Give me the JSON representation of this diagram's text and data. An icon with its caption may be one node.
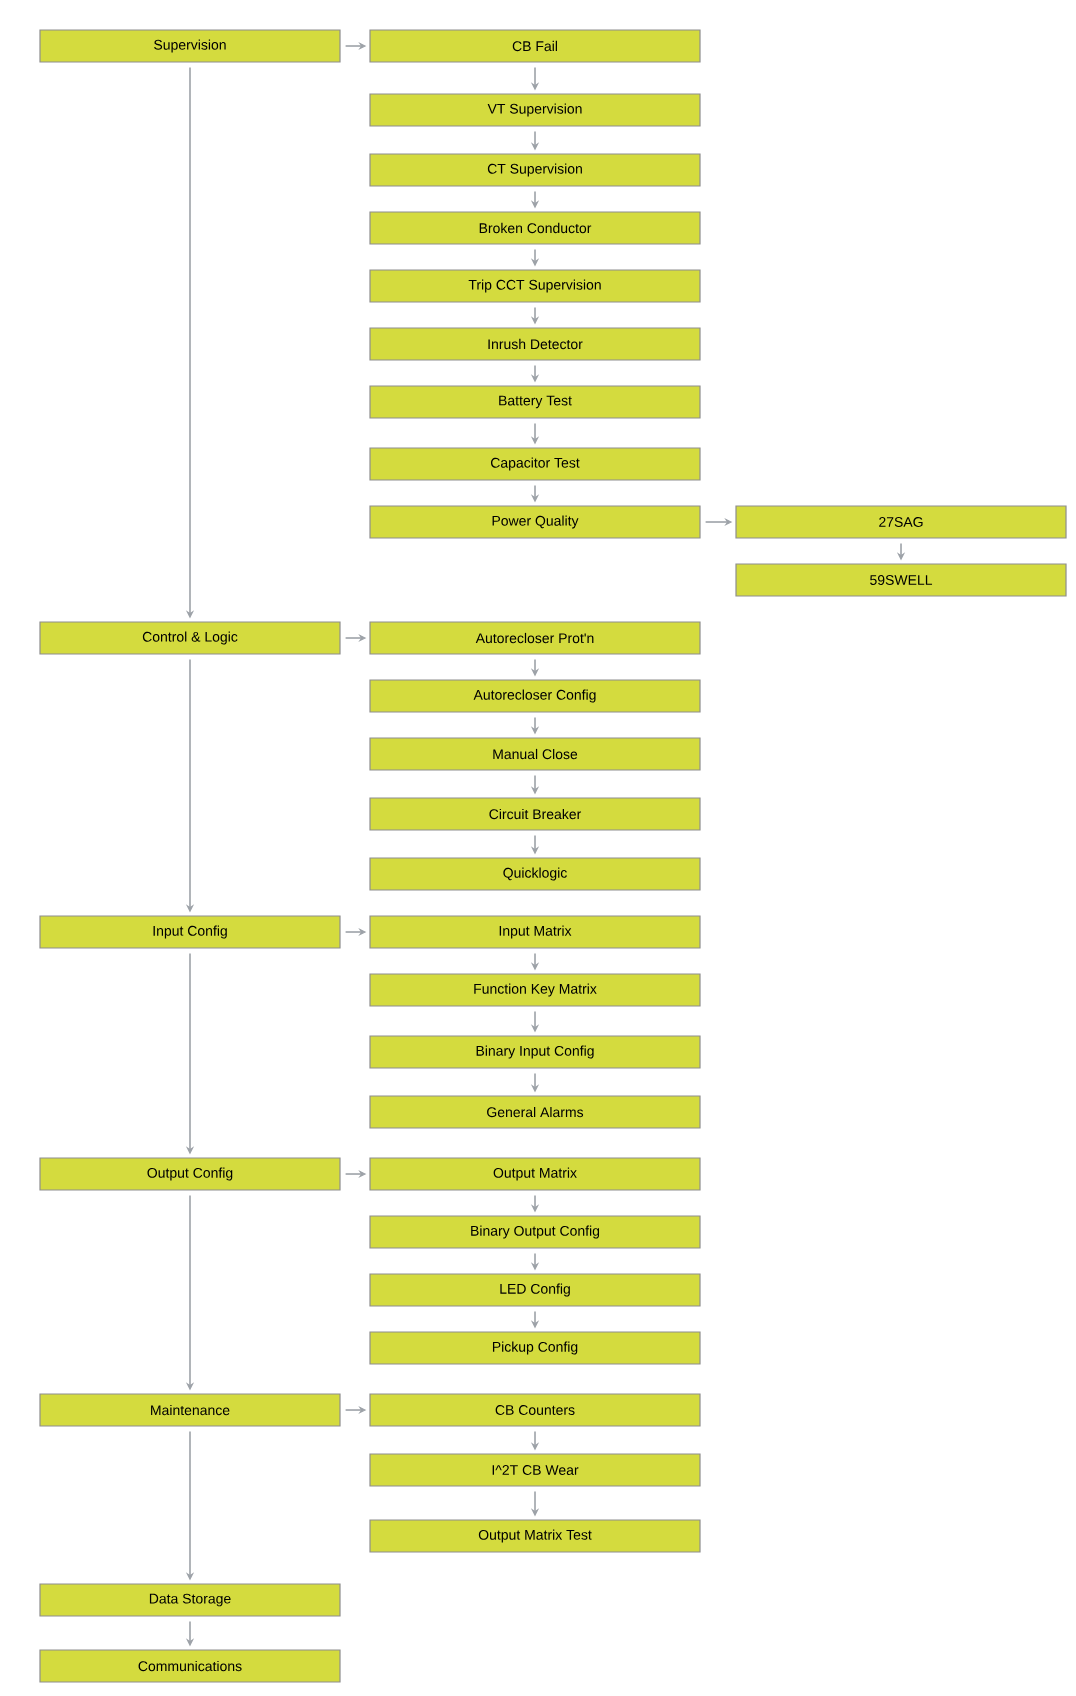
{
  "diagram": {
    "nodes": [
      {
        "text": [
          "Supervision"
        ]
      },
      {
        "text": [
          "CB Fail"
        ]
      },
      {
        "text": [
          "VT Supervision"
        ]
      },
      {
        "text": [
          "CT Supervision"
        ]
      },
      {
        "text": [
          "Broken Conductor"
        ]
      },
      {
        "text": [
          "Trip CCT Supervision"
        ]
      },
      {
        "text": [
          "Inrush Detector"
        ]
      },
      {
        "text": [
          "Battery Test"
        ]
      },
      {
        "text": [
          "Capacitor Test"
        ]
      },
      {
        "text": [
          "Power Quality"
        ]
      },
      {
        "text": [
          "27SAG"
        ]
      },
      {
        "text": [
          "59SWELL"
        ]
      },
      {
        "text": [
          "Control & Logic"
        ]
      },
      {
        "text": [
          "Autorecloser Prot'n"
        ]
      },
      {
        "text": [
          "Autorecloser Config"
        ]
      },
      {
        "text": [
          "Manual Close"
        ]
      },
      {
        "text": [
          "Circuit Breaker"
        ]
      },
      {
        "text": [
          "Quicklogic"
        ]
      },
      {
        "text": [
          "Input Config"
        ]
      },
      {
        "text": [
          "Input Matrix"
        ]
      },
      {
        "text": [
          "Function Key Matrix"
        ]
      },
      {
        "text": [
          "Binary Input Config"
        ]
      },
      {
        "text": [
          "General Alarms"
        ]
      },
      {
        "text": [
          "Output Config"
        ]
      },
      {
        "text": [
          "Output Matrix"
        ]
      },
      {
        "text": [
          "Binary Output Config"
        ]
      },
      {
        "text": [
          "LED Config"
        ]
      },
      {
        "text": [
          "Pickup Config"
        ]
      },
      {
        "text": [
          "Maintenance"
        ]
      },
      {
        "text": [
          "CB Counters"
        ]
      },
      {
        "text": [
          "I^2T CB Wear"
        ]
      },
      {
        "text": [
          "Output Matrix Test"
        ]
      },
      {
        "text": [
          "Data Storage"
        ]
      },
      {
        "text": [
          "Communications"
        ]
      }
    ],
    "edges": [
      {
        "from": 0,
        "to": 1,
        "arrow": "to"
      },
      {
        "from": 1,
        "to": 2,
        "arrow": "to"
      },
      {
        "from": 2,
        "to": 3,
        "arrow": "to"
      },
      {
        "from": 3,
        "to": 4,
        "arrow": "to"
      },
      {
        "from": 4,
        "to": 5,
        "arrow": "to"
      },
      {
        "from": 5,
        "to": 6,
        "arrow": "to"
      },
      {
        "from": 6,
        "to": 7,
        "arrow": "to"
      },
      {
        "from": 7,
        "to": 8,
        "arrow": "to"
      },
      {
        "from": 8,
        "to": 9,
        "arrow": "to"
      },
      {
        "from": 9,
        "to": 10,
        "arrow": "to"
      },
      {
        "from": 10,
        "to": 11,
        "arrow": "to"
      },
      {
        "from": 0,
        "to": 12,
        "arrow": "to"
      },
      {
        "from": 12,
        "to": 13,
        "arrow": "to"
      },
      {
        "from": 13,
        "to": 14,
        "arrow": "to"
      },
      {
        "from": 14,
        "to": 15,
        "arrow": "to"
      },
      {
        "from": 15,
        "to": 16,
        "arrow": "to"
      },
      {
        "from": 16,
        "to": 17,
        "arrow": "to"
      },
      {
        "from": 12,
        "to": 18,
        "arrow": "to"
      },
      {
        "from": 18,
        "to": 19,
        "arrow": "to"
      },
      {
        "from": 19,
        "to": 20,
        "arrow": "to"
      },
      {
        "from": 20,
        "to": 21,
        "arrow": "to"
      },
      {
        "from": 21,
        "to": 22,
        "arrow": "to"
      },
      {
        "from": 18,
        "to": 23,
        "arrow": "to"
      },
      {
        "from": 23,
        "to": 24,
        "arrow": "to"
      },
      {
        "from": 24,
        "to": 25,
        "arrow": "to"
      },
      {
        "from": 25,
        "to": 26,
        "arrow": "to"
      },
      {
        "from": 26,
        "to": 27,
        "arrow": "to"
      },
      {
        "from": 23,
        "to": 28,
        "arrow": "to"
      },
      {
        "from": 28,
        "to": 29,
        "arrow": "to"
      },
      {
        "from": 29,
        "to": 30,
        "arrow": "to"
      },
      {
        "from": 30,
        "to": 31,
        "arrow": "to"
      },
      {
        "from": 28,
        "to": 32,
        "arrow": "to"
      },
      {
        "from": 32,
        "to": 33,
        "arrow": "to"
      }
    ]
  }
}
